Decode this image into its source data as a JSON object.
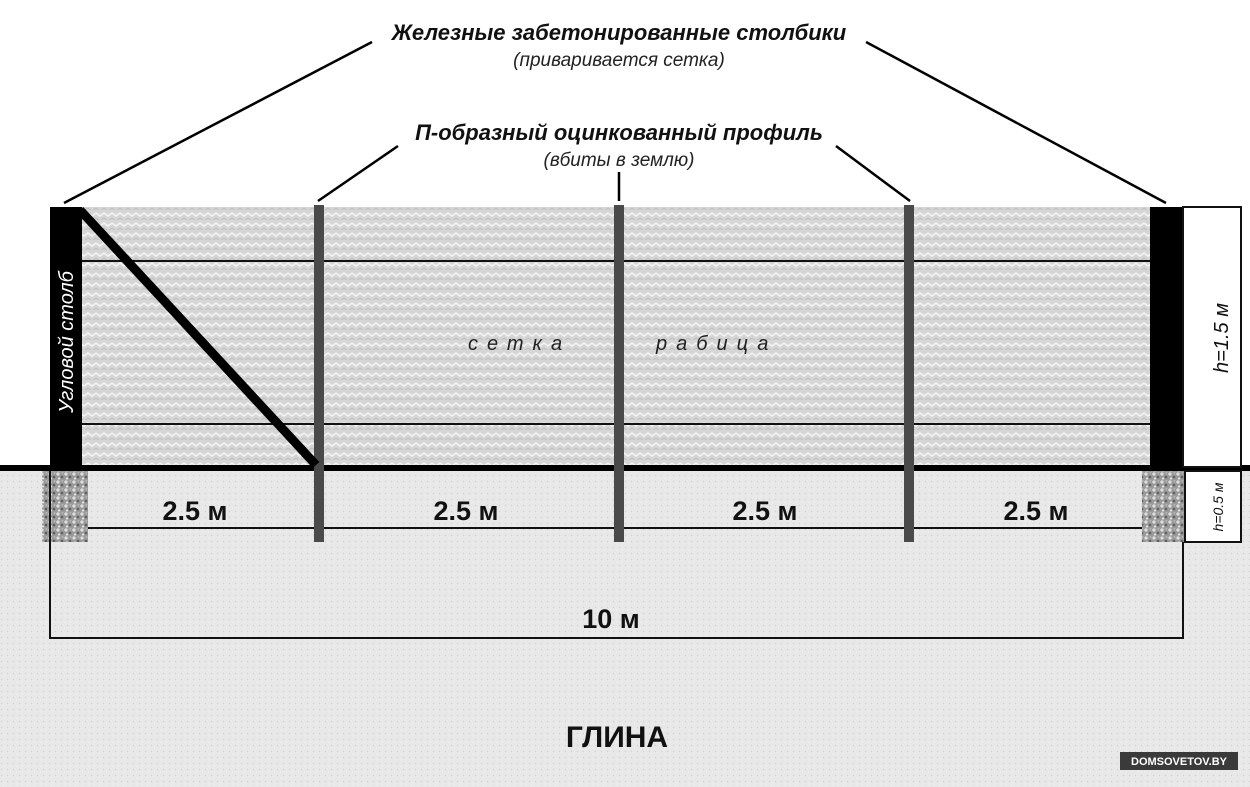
{
  "labels": {
    "iron_posts": "Железные забетонированные столбики",
    "iron_posts_note": "(приваривается сетка)",
    "profile": "П-образный оцинкованный профиль",
    "profile_note": "(вбиты в землю)",
    "corner_post": "Угловой столб",
    "mesh_word1": "сетка",
    "mesh_word2": "рабица",
    "height_above": "h=1.5 м",
    "height_below": "h=0.5 м",
    "total_length": "10 м",
    "soil": "ГЛИНА",
    "watermark": "DOMSOVETOV.BY"
  },
  "spans": [
    "2.5 м",
    "2.5 м",
    "2.5 м",
    "2.5 м"
  ],
  "colors": {
    "soil": "#e6e6e6",
    "mesh": "#d4d4d4",
    "post": "#000000",
    "profile": "#4a4a4a"
  }
}
